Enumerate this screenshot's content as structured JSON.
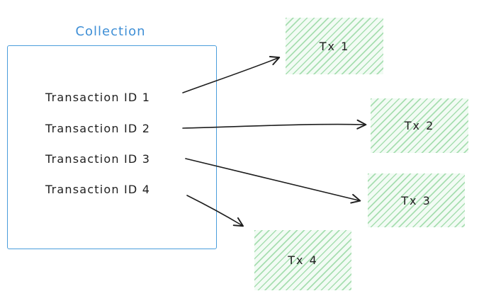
{
  "diagram": {
    "collection": {
      "label": "Collection",
      "items": [
        {
          "label": "Transaction ID 1"
        },
        {
          "label": "Transaction ID 2"
        },
        {
          "label": "Transaction ID 3"
        },
        {
          "label": "Transaction ID 4"
        }
      ]
    },
    "targets": [
      {
        "label": "Tx 1"
      },
      {
        "label": "Tx 2"
      },
      {
        "label": "Tx 3"
      },
      {
        "label": "Tx 4"
      }
    ],
    "connections": [
      {
        "from": "Transaction ID 1",
        "to": "Tx 1"
      },
      {
        "from": "Transaction ID 2",
        "to": "Tx 2"
      },
      {
        "from": "Transaction ID 3",
        "to": "Tx 3"
      },
      {
        "from": "Transaction ID 4",
        "to": "Tx 4"
      }
    ],
    "colors": {
      "collection_stroke": "#4a9ddb",
      "collection_label": "#3f8fd6",
      "target_fill": "#f2fbf4",
      "target_hatch": "#69c779",
      "text": "#1e1e1e",
      "arrow": "#1e1e1e"
    }
  }
}
